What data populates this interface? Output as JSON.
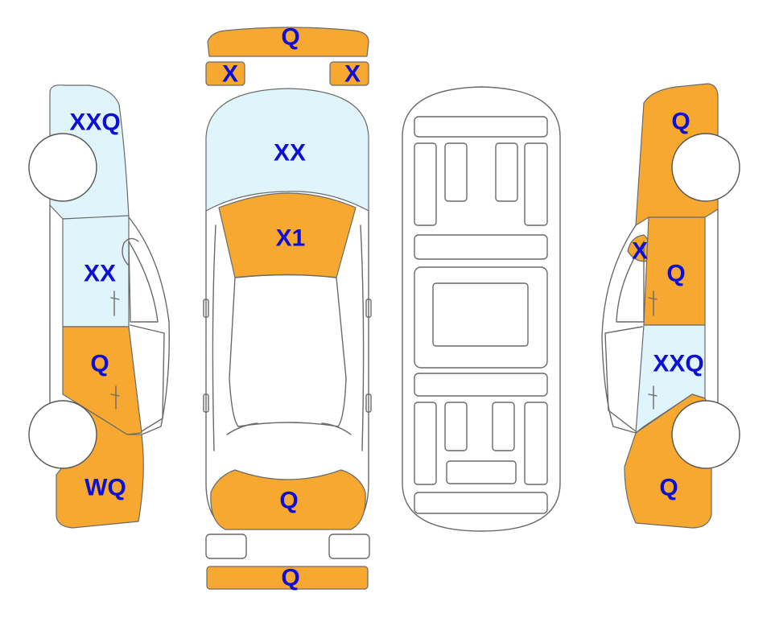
{
  "colors": {
    "damaged": "#f7a830",
    "minor": "#dff4fb",
    "outline": "#6a6a6a",
    "code_text": "#0d10d4"
  },
  "codes": {
    "front_bumper": "Q",
    "front_left_headlight": "X",
    "front_right_headlight": "X",
    "windshield": "XX",
    "roof": "X1",
    "rear_trunk": "Q",
    "rear_bumper": "Q",
    "left_front_fender": "XXQ",
    "left_front_door": "XX",
    "left_rear_door": "Q",
    "left_rear_quarter": "WQ",
    "right_rear_quarter": "Q",
    "right_mirror": "X",
    "right_rear_door": "Q",
    "right_front_door": "XXQ",
    "right_front_fender": "Q"
  }
}
